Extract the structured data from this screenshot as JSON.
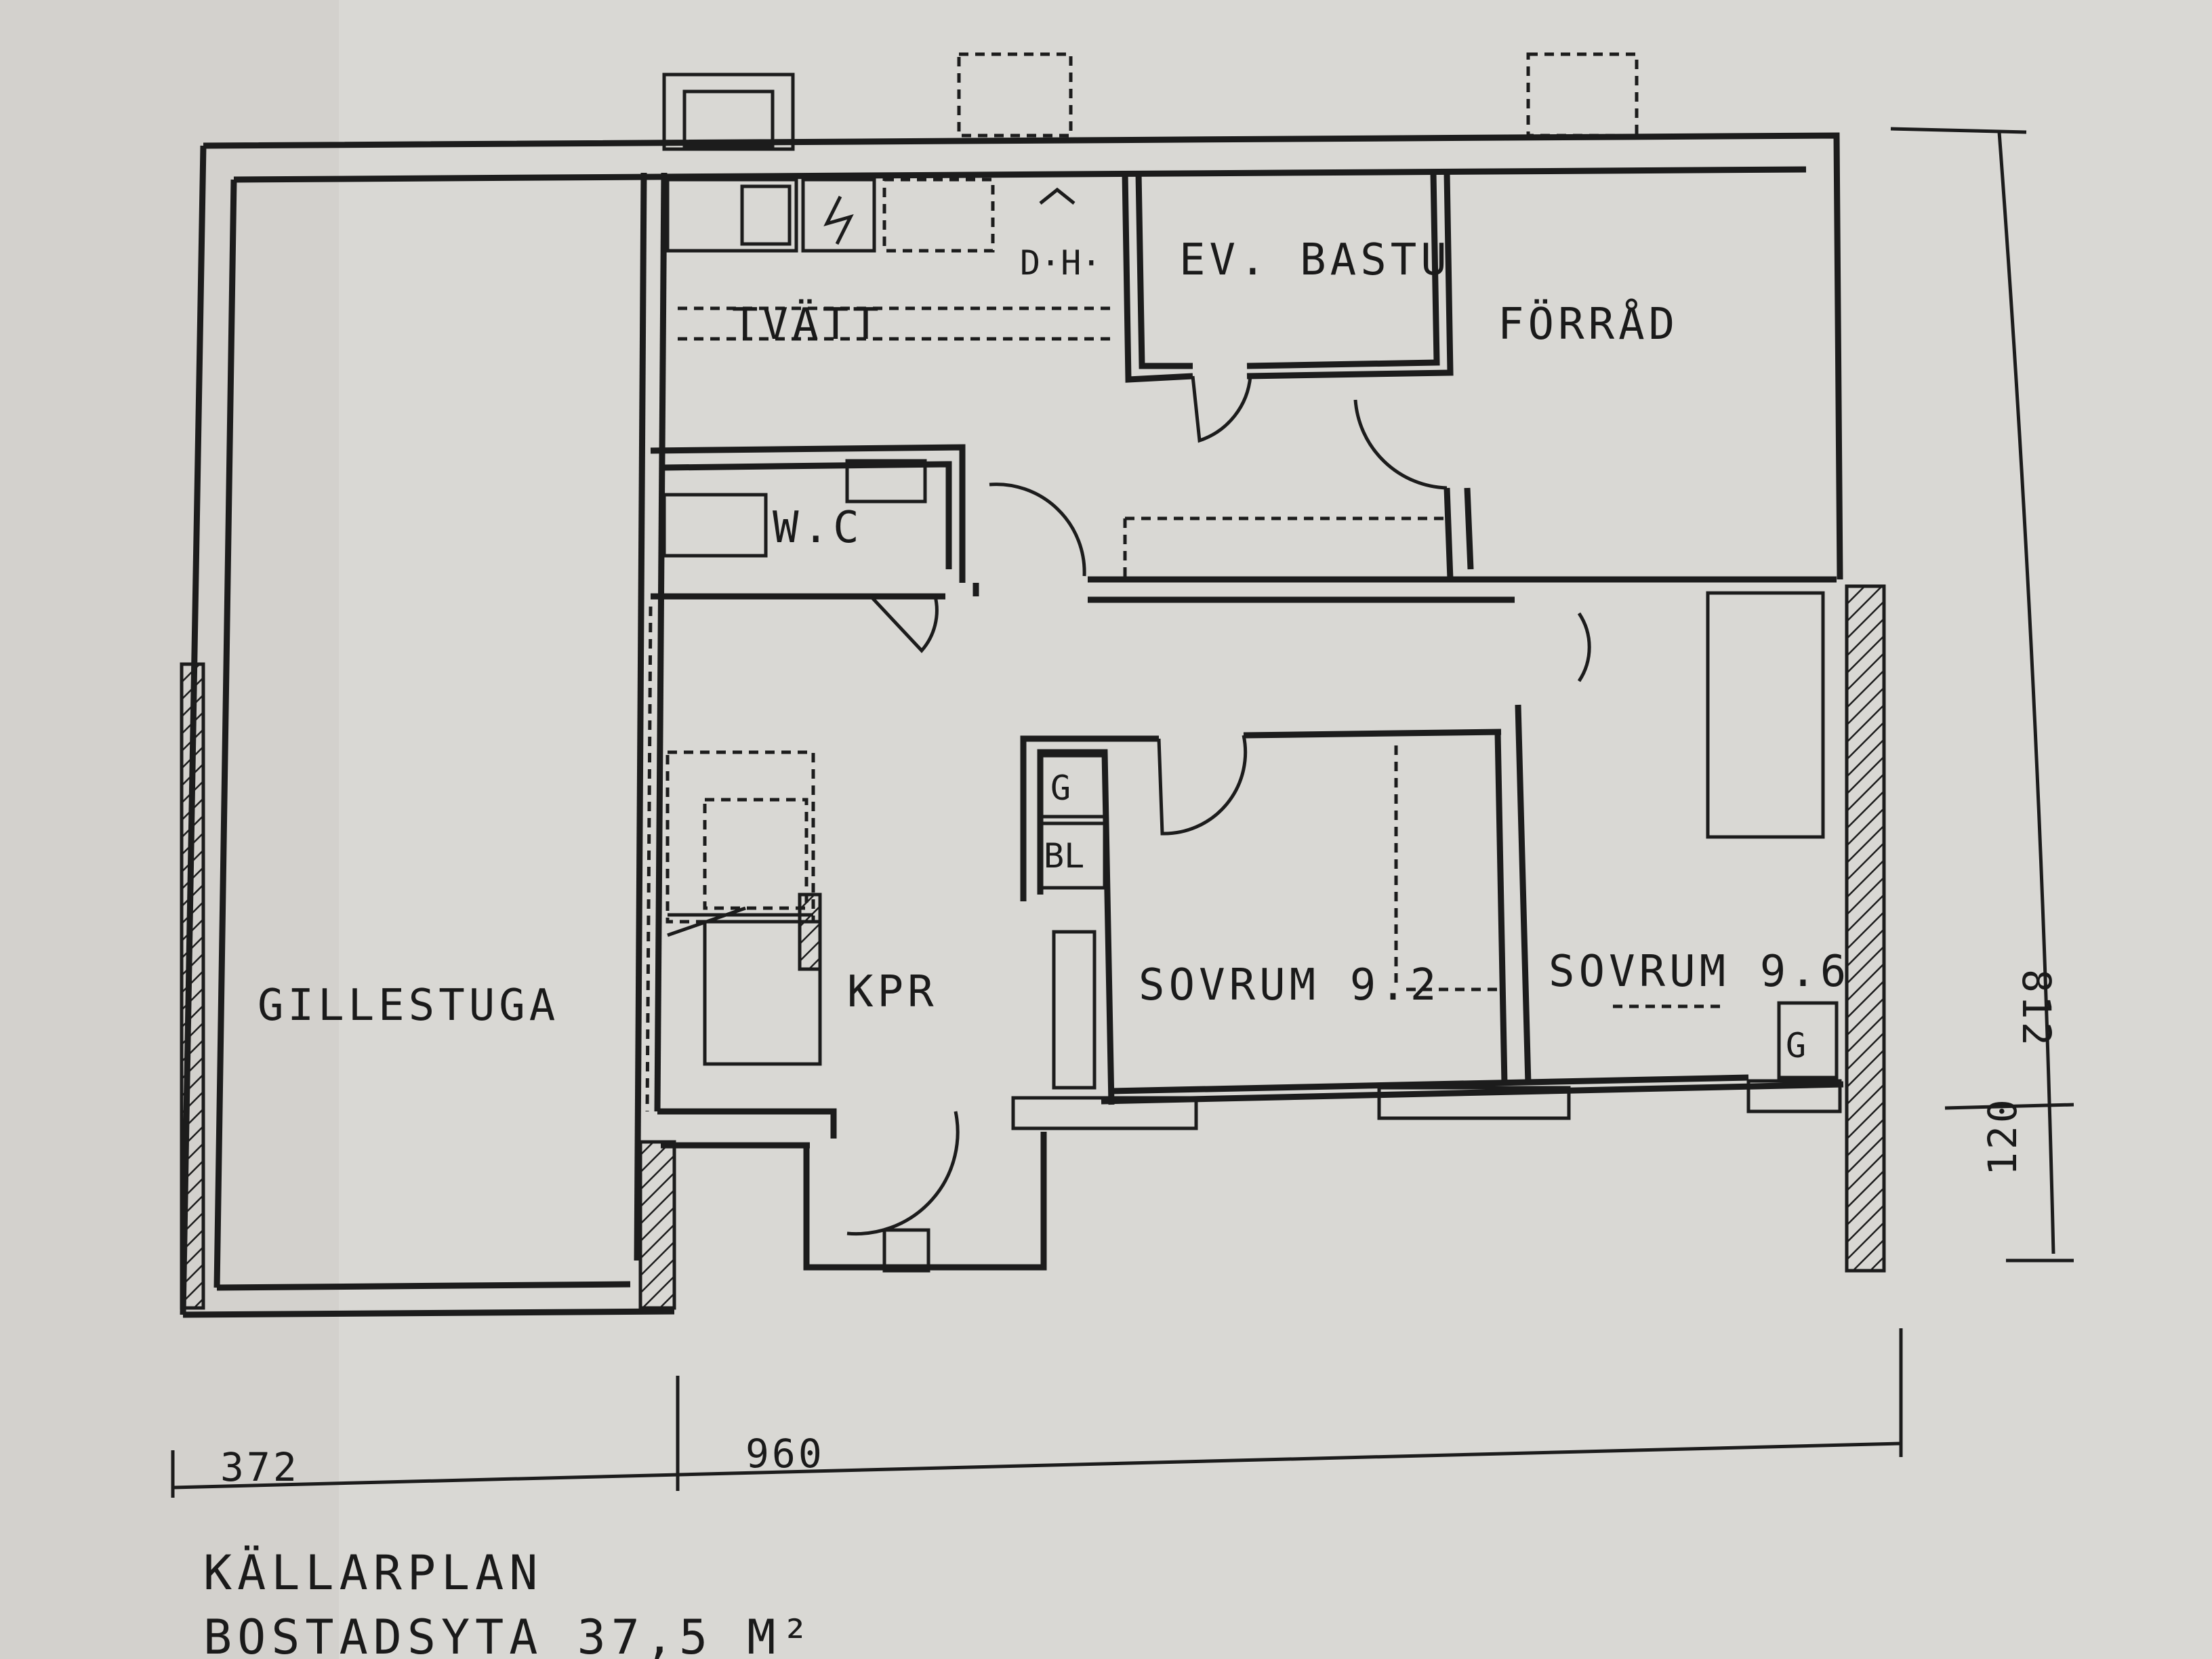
{
  "colors": {
    "paper": "#d9d8d4",
    "ink": "#1c1c1c"
  },
  "rooms": {
    "tvatt": "TVÄTT",
    "dh": "D·H·",
    "bastu": "EV. BASTU",
    "forrad": "FÖRRÅD",
    "wc": "W.C",
    "gillestuga": "GILLESTUGA",
    "kpr": "KPR",
    "sovrum1": "SOVRUM 9.2",
    "sovrum2": "SOVRUM 9.6"
  },
  "fixtures": {
    "g1": "G",
    "bl": "BL",
    "g2": "G"
  },
  "dimensions": {
    "width_left": "372",
    "width_total": "960",
    "depth_main": "812",
    "depth_small": "120"
  },
  "footer": {
    "plan_name": "KÄLLARPLAN",
    "area": "BOSTADSYTA 37,5 M²"
  }
}
